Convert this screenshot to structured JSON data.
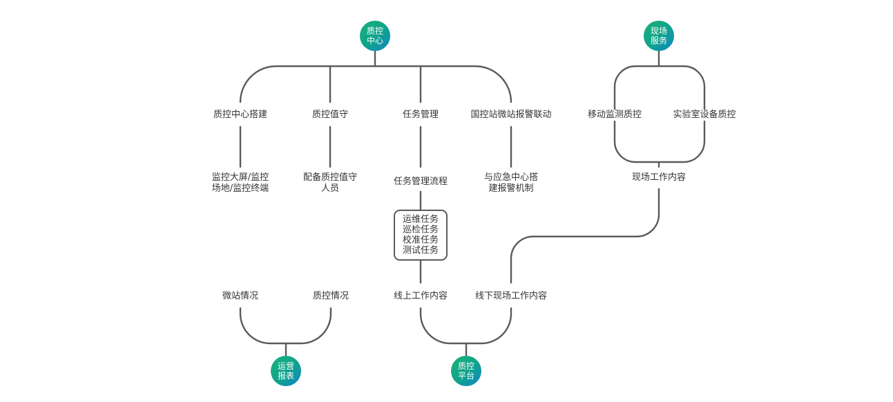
{
  "hubs": {
    "qc_center": [
      "质控",
      "中心"
    ],
    "field_service": [
      "现场",
      "服务"
    ],
    "ops_report": [
      "运营",
      "报表"
    ],
    "qc_platform": [
      "质控",
      "平台"
    ]
  },
  "qc_center_branches": {
    "build": "质控中心搭建",
    "duty": "质控值守",
    "task_mgmt": "任务管理",
    "linkage": "国控站微站报警联动"
  },
  "qc_center_details": {
    "screen_site": [
      "监控大屏/监控",
      "场地/监控终端"
    ],
    "duty_staff": [
      "配备质控值守",
      "人员"
    ],
    "task_flow": "任务管理流程",
    "emergency": [
      "与应急中心搭",
      "建报警机制"
    ]
  },
  "task_types": [
    "运维任务",
    "巡检任务",
    "校准任务",
    "测试任务"
  ],
  "field_service_branches": {
    "mobile": "移动监测质控",
    "lab": "实验室设备质控"
  },
  "field_work": "现场工作内容",
  "report_items": {
    "micro_station": "微站情况",
    "qc_status": "质控情况"
  },
  "platform_items": {
    "online": "线上工作内容",
    "offline": "线下现场工作内容"
  }
}
